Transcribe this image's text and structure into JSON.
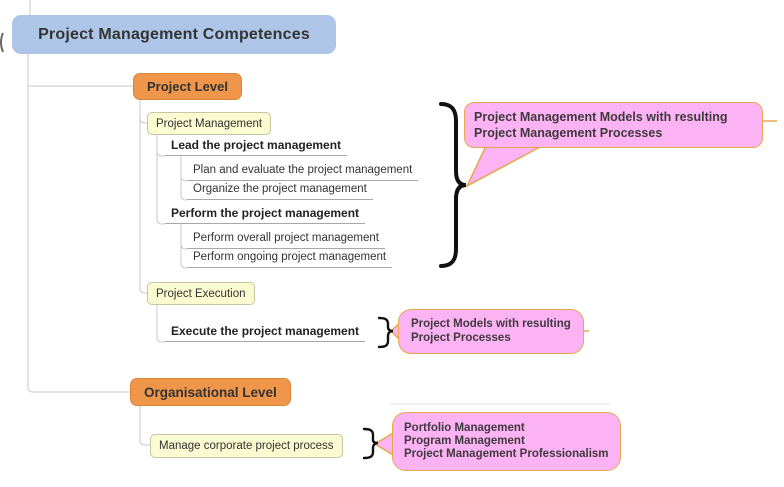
{
  "root": {
    "label": "Project Management Competences"
  },
  "levels": {
    "project_level": {
      "label": "Project Level"
    },
    "organisational_level": {
      "label": "Organisational Level"
    }
  },
  "topics": {
    "project_management": {
      "label": "Project Management"
    },
    "project_execution": {
      "label": "Project Execution"
    },
    "manage_corporate": {
      "label": "Manage corporate project process"
    }
  },
  "nodes": {
    "lead": {
      "label": "Lead the project management"
    },
    "plan": {
      "label": "Plan and evaluate the project management"
    },
    "organize": {
      "label": "Organize the project management"
    },
    "perform": {
      "label": "Perform the project management"
    },
    "perform_overall": {
      "label": "Perform overall project management"
    },
    "perform_ongoing": {
      "label": "Perform ongoing project management"
    },
    "execute": {
      "label": "Execute the project management"
    }
  },
  "callouts": {
    "pm_models": {
      "lines": [
        "Project Management Models with resulting",
        "Project Management Processes"
      ]
    },
    "project_models": {
      "lines": [
        "Project Models with resulting",
        "Project Processes"
      ]
    },
    "org_items": {
      "lines": [
        "Portfolio Management",
        "Program Management",
        "Project Management Professionalism"
      ]
    }
  },
  "colors": {
    "root_fill": "#adc6e8",
    "level_fill": "#f0964b",
    "level_border": "#dd8437",
    "topic_fill": "#fafbd0",
    "topic_border": "#c6c6a5",
    "callout_fill": "#fbb3f3",
    "callout_border": "#e6a84f",
    "callout_text": "#403a40",
    "connector": "#c9c9c9",
    "brace": "#111111"
  }
}
